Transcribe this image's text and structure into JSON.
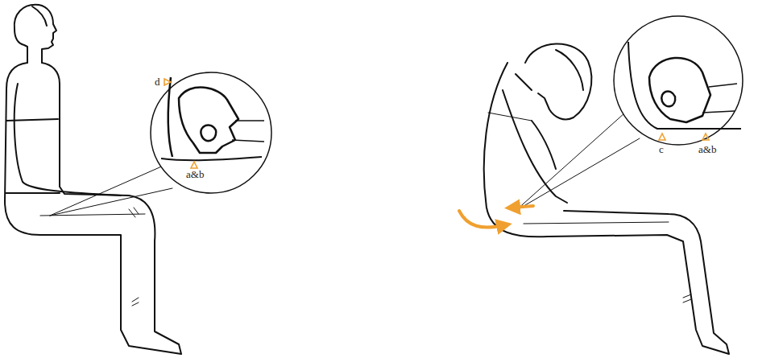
{
  "diagram": {
    "labels": [
      "d",
      "a&b",
      "c",
      "a&b"
    ]
  }
}
